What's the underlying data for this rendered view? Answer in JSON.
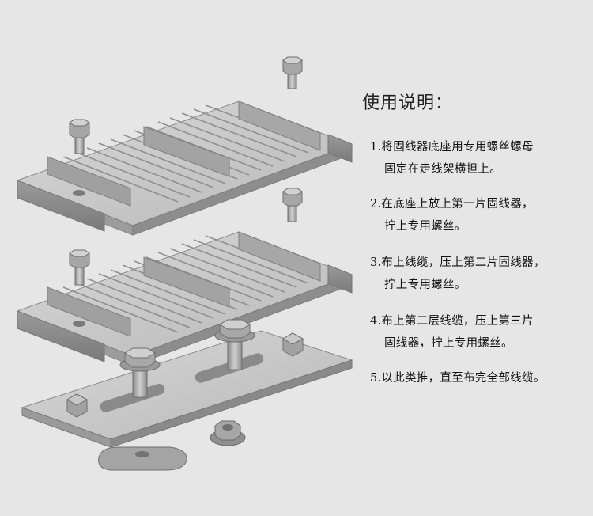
{
  "instructions": {
    "title": "使用说明：",
    "steps": [
      {
        "line1": "1.将固线器底座用专用螺丝螺母",
        "line2": "固定在走线架横担上。"
      },
      {
        "line1": "2.在底座上放上第一片固线器，",
        "line2": "拧上专用螺丝。"
      },
      {
        "line1": "3.布上线缆，压上第二片固线器，",
        "line2": "拧上专用螺丝。"
      },
      {
        "line1": "4.布上第二层线缆，压上第三片",
        "line2": "固线器，拧上专用螺丝。"
      },
      {
        "line1": "5.以此类推，直至布完全部线缆。",
        "line2": ""
      }
    ]
  },
  "colors": {
    "background": "#e6e6e6",
    "metal_light": "#c9c9c9",
    "metal_mid": "#a9a9a9",
    "metal_dark": "#7e7e7e",
    "text": "#111111"
  }
}
